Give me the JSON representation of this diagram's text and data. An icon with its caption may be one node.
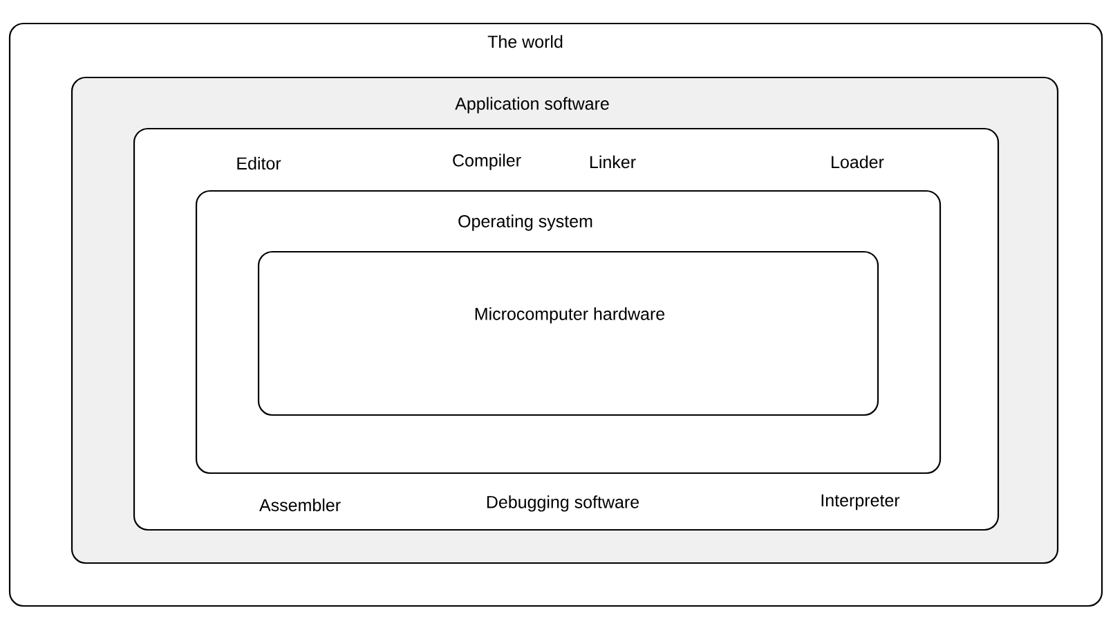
{
  "diagram": {
    "nodes": [
      {
        "text": [
          "The world"
        ]
      },
      {
        "text": [
          "Application software"
        ],
        "in": 0
      },
      {
        "text": [
          "Editor",
          "Compiler",
          "Linker",
          "Loader",
          "Assembler",
          "Debugging software",
          "Interpreter"
        ],
        "in": 1
      },
      {
        "text": [
          "Operating system"
        ],
        "in": 2
      },
      {
        "text": [
          "Microcomputer hardware"
        ],
        "in": 3
      }
    ]
  }
}
